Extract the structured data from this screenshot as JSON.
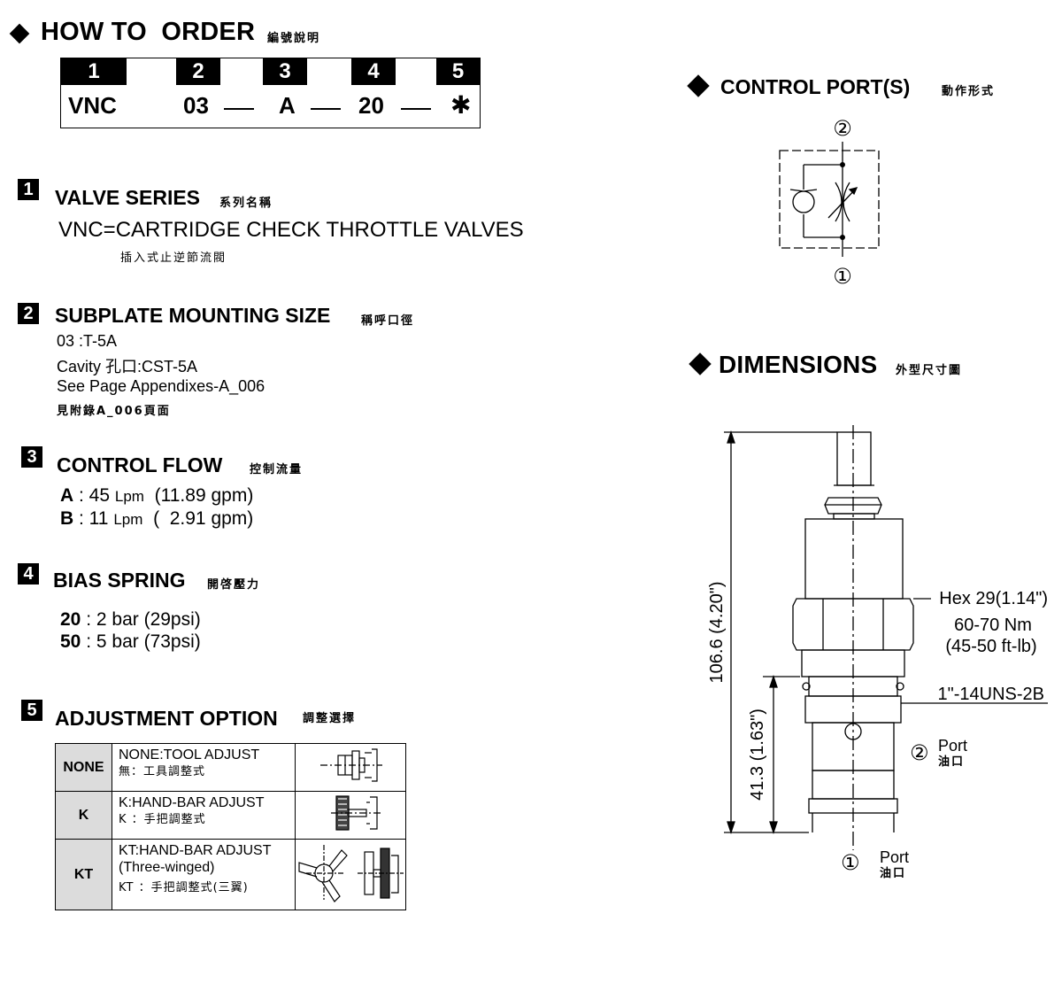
{
  "how_to_order": {
    "title": "HOW TO  ORDER",
    "title_cn": "編號說明",
    "positions": [
      "1",
      "2",
      "3",
      "4",
      "5"
    ],
    "codes": [
      "VNC",
      "03",
      "A",
      "20",
      "✱"
    ]
  },
  "control_ports": {
    "title": "CONTROL PORT(S)",
    "title_cn": "動作形式",
    "port_top": "②",
    "port_bottom": "①"
  },
  "dimensions": {
    "title": "DIMENSIONS",
    "title_cn": "外型尺寸圖",
    "overall_length": "106.6 (4.20\")",
    "port_length": "41.3 (1.63\")",
    "hex": "Hex 29(1.14\")",
    "torque_nm": "60-70 Nm",
    "torque_ftlb": "(45-50 ft-lb)",
    "thread": "1\"-14UNS-2B",
    "port2_num": "②",
    "port1_num": "①",
    "port_label": "Port",
    "port_cn": "油口"
  },
  "sections": {
    "valve_series": {
      "num": "1",
      "title": "VALVE SERIES",
      "title_cn": "系列名稱",
      "desc": "VNC=CARTRIDGE CHECK THROTTLE VALVES",
      "desc_cn": "插入式止逆節流閥"
    },
    "subplate": {
      "num": "2",
      "title": "SUBPLATE MOUNTING SIZE",
      "title_cn": "稱呼口徑",
      "line1": "03 :T-5A",
      "line2": "Cavity 孔口:CST-5A",
      "line3": "See Page Appendixes-A_006",
      "line4": "見附錄A_006頁面"
    },
    "control_flow": {
      "num": "3",
      "title": "CONTROL FLOW",
      "title_cn": "控制流量",
      "a_code": "A",
      "a_value": ": 45",
      "a_unit": "Lpm",
      "a_gpm": "(11.89 gpm)",
      "b_code": "B",
      "b_value": ": 11",
      "b_unit": "Lpm",
      "b_gpm": "(  2.91 gpm)"
    },
    "bias_spring": {
      "num": "4",
      "title": "BIAS SPRING",
      "title_cn": "開啓壓力",
      "a_code": "20",
      "a_value": ": 2 bar (29psi)",
      "b_code": "50",
      "b_value": ": 5 bar (73psi)"
    },
    "adjustment": {
      "num": "5",
      "title": "ADJUSTMENT OPTION",
      "title_cn": "調整選擇",
      "rows": [
        {
          "code": "NONE",
          "desc": "NONE:TOOL ADJUST",
          "desc2": "",
          "desc_cn": "無：工具調整式"
        },
        {
          "code": "K",
          "desc": "K:HAND-BAR ADJUST",
          "desc2": "",
          "desc_cn": "K ：手把調整式"
        },
        {
          "code": "KT",
          "desc": "KT:HAND-BAR ADJUST",
          "desc2": "(Three-winged)",
          "desc_cn": "KT ：手把調整式(三翼)"
        }
      ]
    }
  }
}
